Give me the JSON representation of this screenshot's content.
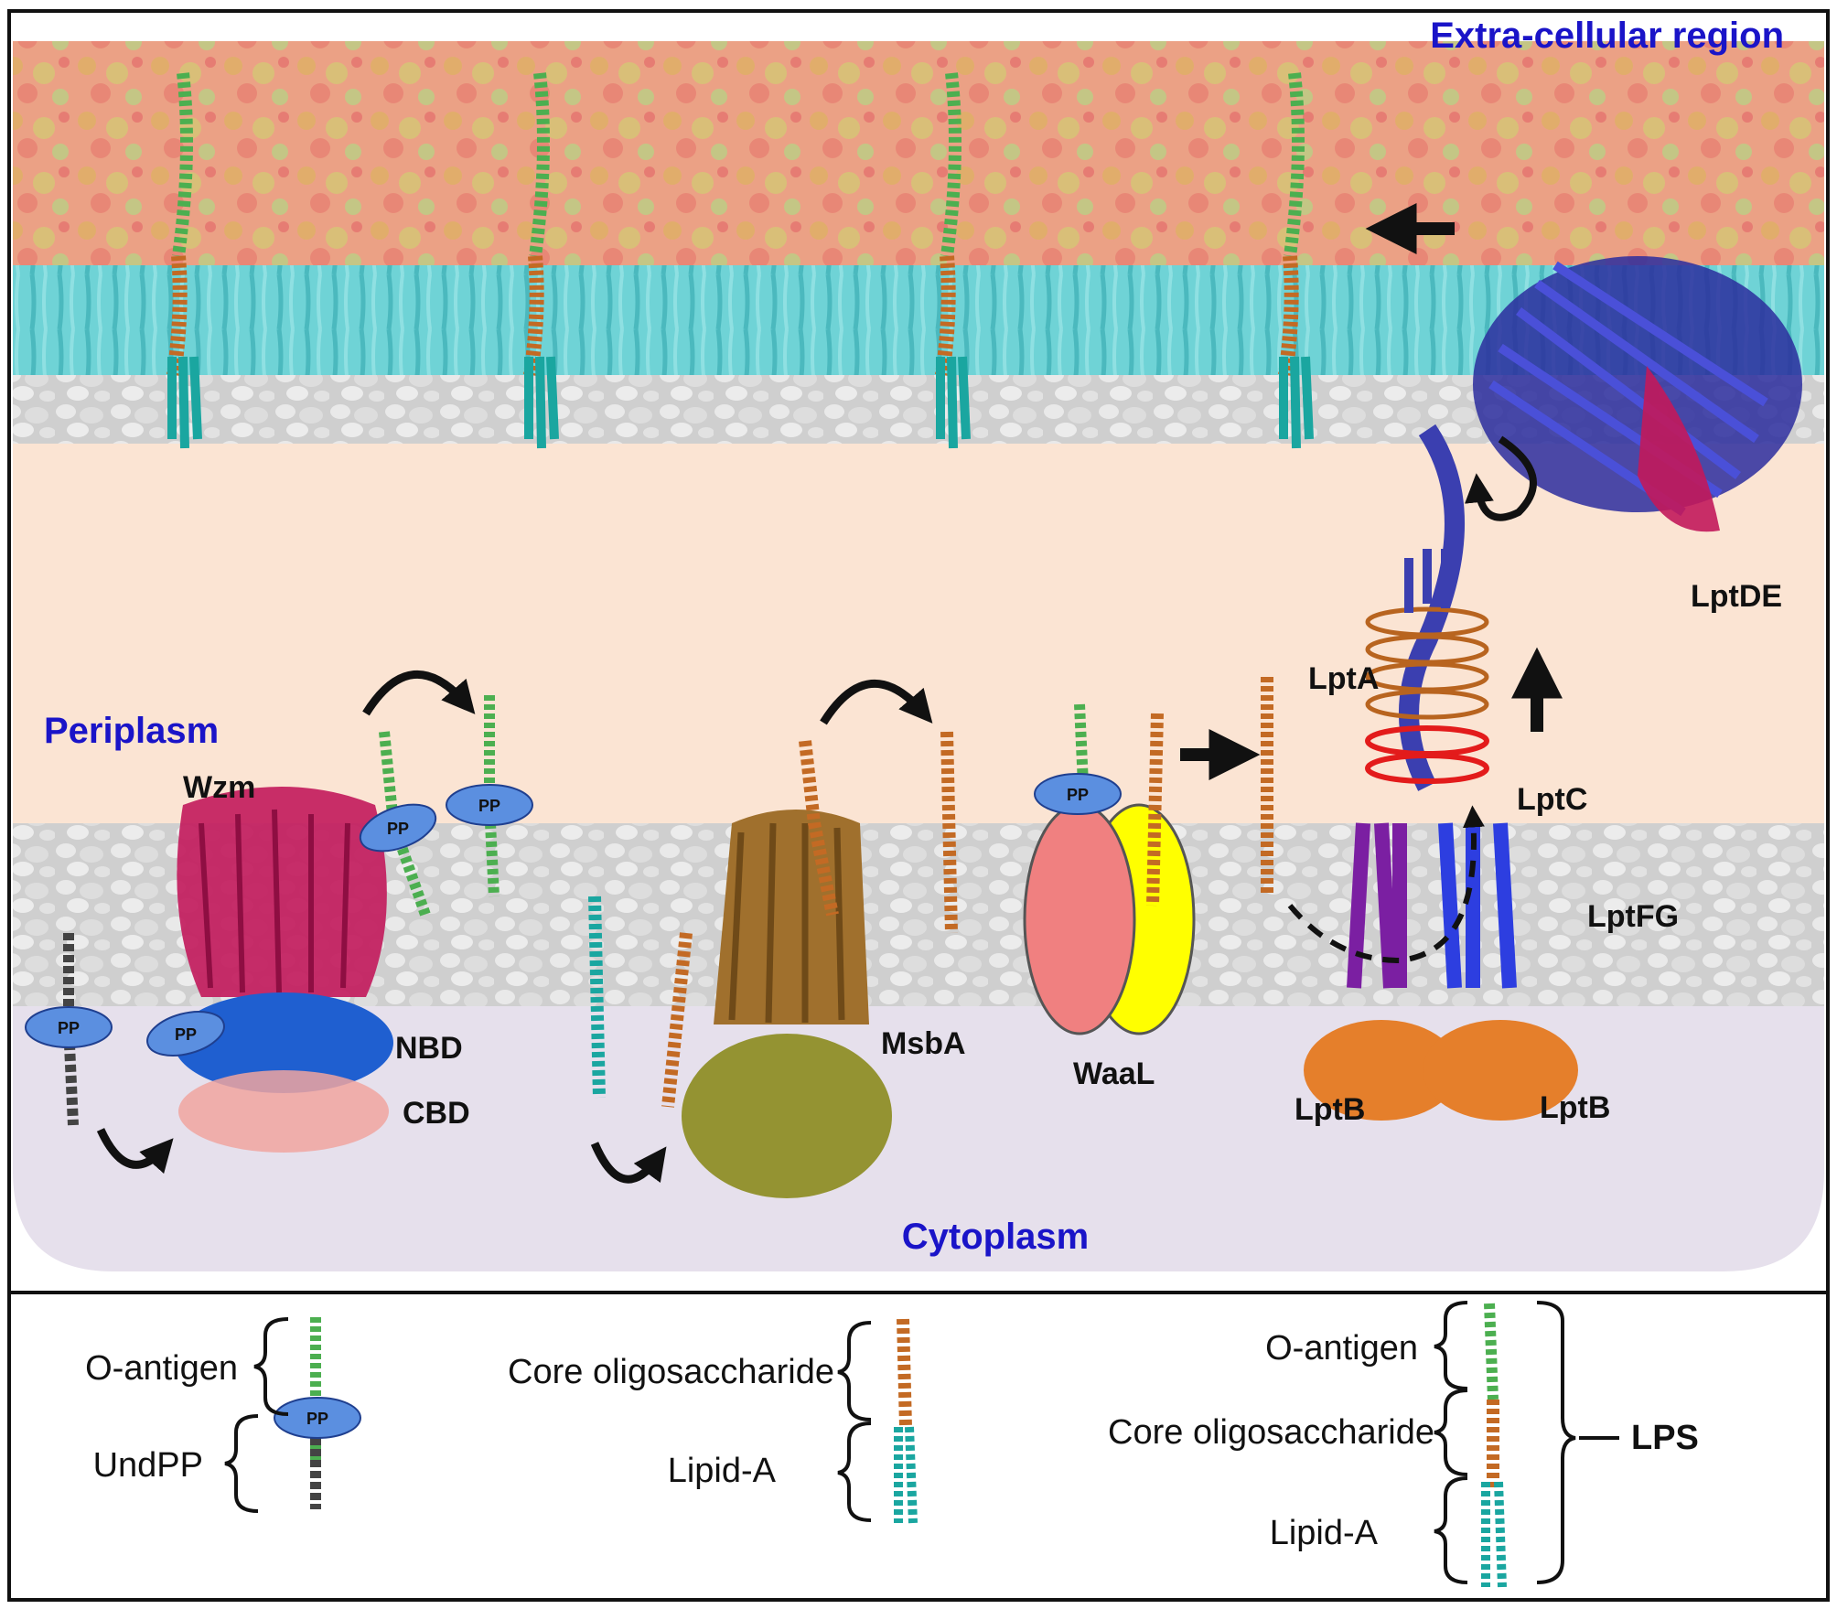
{
  "regions": {
    "extracellular": "Extra-cellular region",
    "periplasm": "Periplasm",
    "cytoplasm": "Cytoplasm"
  },
  "proteins": {
    "wzm": "Wzm",
    "nbd": "NBD",
    "cbd": "CBD",
    "msba": "MsbA",
    "waal": "WaaL",
    "lpta": "LptA",
    "lptc": "LptC",
    "lptfg": "LptFG",
    "lptde": "LptDE",
    "lptb_left": "LptB",
    "lptb_right": "LptB"
  },
  "pp_label": "PP",
  "legend": {
    "group1": {
      "o_antigen": "O-antigen",
      "undpp": "UndPP"
    },
    "group2": {
      "core": "Core oligosaccharide",
      "lipid_a": "Lipid-A"
    },
    "group3": {
      "o_antigen": "O-antigen",
      "core": "Core oligosaccharide",
      "lipid_a": "Lipid-A",
      "lps": "LPS"
    }
  },
  "colors": {
    "region_label": "#1a14c8",
    "periplasm_bg": "#fbe4d3",
    "cytoplasm_bg": "#e6e0ec",
    "membrane": "#c9c9c9",
    "pp_ellipse": "#5b8fe0",
    "waal_left": "#f08080",
    "waal_right": "#ffff00"
  }
}
